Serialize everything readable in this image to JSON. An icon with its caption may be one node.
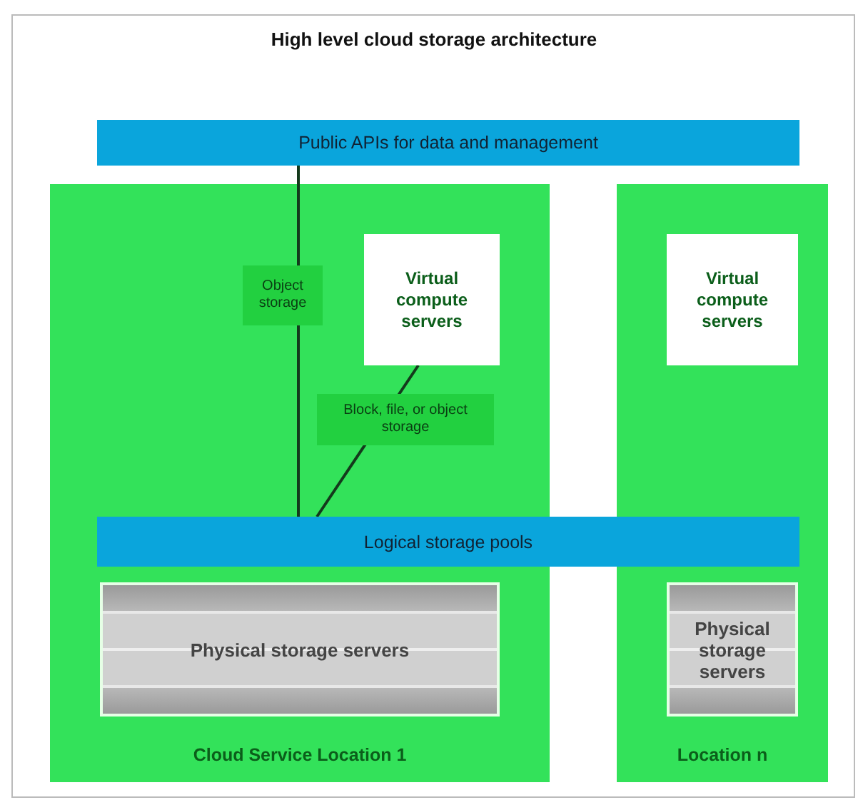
{
  "diagram": {
    "title": "High level cloud storage architecture",
    "nodes": [
      {
        "text": [
          "Public APIs for data and management"
        ]
      },
      {
        "text": [
          "Cloud Service Location 1"
        ]
      },
      {
        "text": [
          "Location n"
        ]
      },
      {
        "text": [
          "Virtual compute servers"
        ],
        "in": 1
      },
      {
        "text": [
          "Logical storage pools"
        ]
      },
      {
        "text": [
          "Physical storage servers"
        ],
        "in": 1
      },
      {
        "text": [
          "Virtual compute servers"
        ],
        "in": 2
      },
      {
        "text": [
          "Physical storage servers"
        ],
        "in": 2
      }
    ],
    "edges": [
      {
        "from": 0,
        "to": 4,
        "arrow": "none",
        "label": "Object storage"
      },
      {
        "from": 3,
        "to": 4,
        "arrow": "none",
        "label": "Block, file, or object storage"
      }
    ]
  }
}
